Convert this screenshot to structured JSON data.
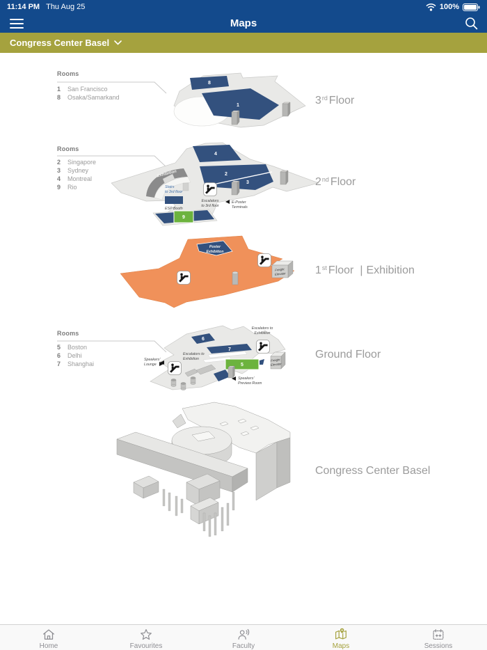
{
  "status": {
    "time": "11:14 PM",
    "date": "Thu Aug 25",
    "battery": "100%"
  },
  "nav": {
    "title": "Maps"
  },
  "venue": {
    "label": "Congress Center Basel"
  },
  "floors": {
    "third": {
      "label": {
        "num": "3",
        "sup": "rd",
        "rest": "Floor"
      },
      "legend": {
        "header": "Rooms",
        "items": [
          {
            "num": "1",
            "name": "San Francisco"
          },
          {
            "num": "8",
            "name": "Osaka/Samarkand"
          }
        ]
      },
      "marks": {
        "room1": "1",
        "room8": "8"
      }
    },
    "second": {
      "label": {
        "num": "2",
        "sup": "nd",
        "rest": "Floor"
      },
      "legend": {
        "header": "Rooms",
        "items": [
          {
            "num": "2",
            "name": "Singapore"
          },
          {
            "num": "3",
            "name": "Sydney"
          },
          {
            "num": "4",
            "name": "Montreal"
          },
          {
            "num": "9",
            "name": "Rio"
          }
        ]
      },
      "marks": {
        "room2": "2",
        "room3": "3",
        "room4": "4",
        "room9": "9"
      },
      "ann": {
        "exhibition": "Exhibition",
        "stairs_l1": "Stairs",
        "stairs_l2": "to 3rd floor",
        "esc_l1": "Escalators",
        "esc_l2": "to 3rd floor",
        "esp": "ESP Booth",
        "eposter_l1": "E-Poster",
        "eposter_l2": "Terminals"
      }
    },
    "first": {
      "label": {
        "num": "1",
        "sup": "st",
        "rest": "Floor",
        "divider": "|",
        "extra": "Exhibition"
      },
      "ann": {
        "poster_l1": "Poster",
        "poster_l2": "Exhibition",
        "freight_l1": "Freight",
        "freight_l2": "Elevator"
      }
    },
    "ground": {
      "label": "Ground Floor",
      "legend": {
        "header": "Rooms",
        "items": [
          {
            "num": "5",
            "name": "Boston"
          },
          {
            "num": "6",
            "name": "Delhi"
          },
          {
            "num": "7",
            "name": "Shanghai"
          }
        ]
      },
      "marks": {
        "room5": "5",
        "room6": "6",
        "room7": "7"
      },
      "ann": {
        "esc_top_l1": "Escalators to",
        "esc_top_l2": "Exhibition",
        "esc_left_l1": "Escalators to",
        "esc_left_l2": "Exhibition",
        "lounge_l1": "Speakers'",
        "lounge_l2": "Lounge",
        "preview_l1": "Speakers'",
        "preview_l2": "Preview Room",
        "freight_l1": "Freight",
        "freight_l2": "Elevator"
      }
    },
    "building": {
      "label": "Congress Center Basel"
    }
  },
  "tabs": [
    {
      "label": "Home"
    },
    {
      "label": "Favourites"
    },
    {
      "label": "Faculty"
    },
    {
      "label": "Maps"
    },
    {
      "label": "Sessions"
    }
  ],
  "colors": {
    "header_blue": "#134a8c",
    "accent_olive": "#a5a23e",
    "room_blue": "#33517e",
    "exhibition_orange": "#f0915a",
    "highlight_green": "#6cb33e"
  }
}
